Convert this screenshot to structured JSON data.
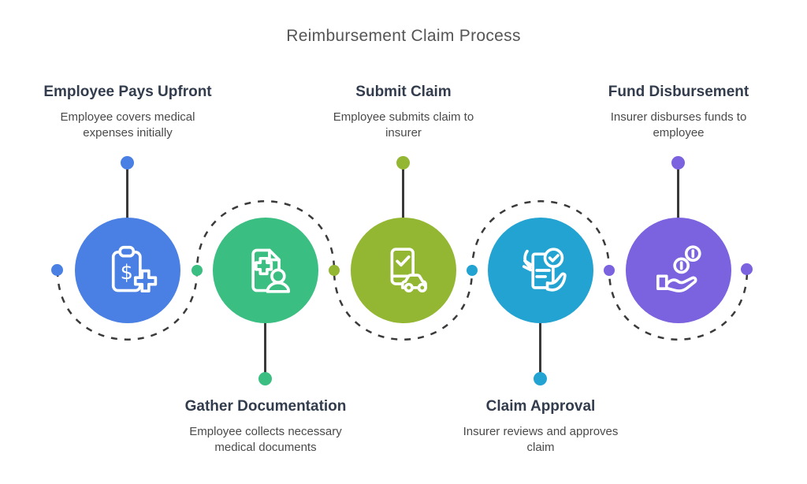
{
  "title": "Reimbursement Claim Process",
  "steps": [
    {
      "title": "Employee Pays Upfront",
      "description": "Employee covers medical expenses initially",
      "color": "#4A80E3",
      "icon": "clipboard-dollar-icon",
      "label_position": "top"
    },
    {
      "title": "Gather Documentation",
      "description": "Employee collects necessary medical documents",
      "color": "#3BBE82",
      "icon": "medical-document-person-icon",
      "label_position": "bottom"
    },
    {
      "title": "Submit Claim",
      "description": "Employee submits claim to insurer",
      "color": "#93B733",
      "icon": "phone-check-car-icon",
      "label_position": "top"
    },
    {
      "title": "Claim Approval",
      "description": "Insurer reviews and approves claim",
      "color": "#23A3D2",
      "icon": "document-check-hands-icon",
      "label_position": "bottom"
    },
    {
      "title": "Fund Disbursement",
      "description": "Insurer disburses funds to employee",
      "color": "#7B62DF",
      "icon": "hand-coins-icon",
      "label_position": "top"
    }
  ],
  "connector": {
    "line_color": "#3A3A3A",
    "left_end_dot_color": "#4A80E3",
    "right_end_dot_color": "#7B62DF",
    "node_dot_colors": [
      "#3BBE82",
      "#93B733",
      "#23A3D2",
      "#7B62DF"
    ]
  },
  "text_colors": {
    "title": "#555555",
    "heading": "#323C4D",
    "body": "#4A4A4A"
  }
}
